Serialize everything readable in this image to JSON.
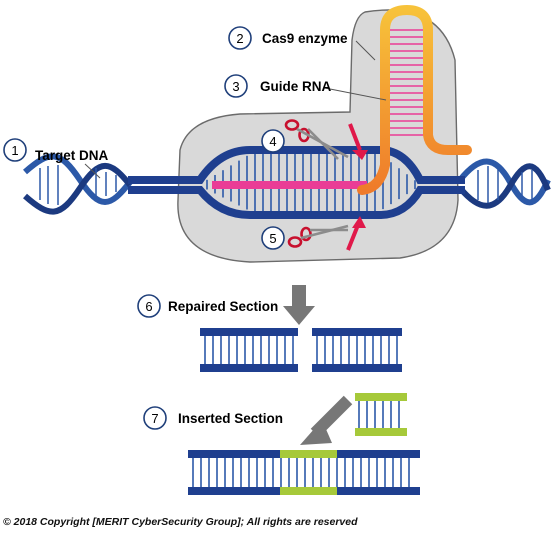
{
  "labels": {
    "target_dna": {
      "num": "1",
      "text": "Target DNA"
    },
    "cas9": {
      "num": "2",
      "text": "Cas9 enzyme"
    },
    "guide_rna": {
      "num": "3",
      "text": "Guide RNA"
    },
    "cut_top": {
      "num": "4"
    },
    "cut_bottom": {
      "num": "5"
    },
    "repaired": {
      "num": "6",
      "text": "Repaired Section"
    },
    "inserted": {
      "num": "7",
      "text": "Inserted Section"
    }
  },
  "copyright": "© 2018 Copyright [MERIT CyberSecurity Group]; All rights are reserved",
  "colors": {
    "dna_blue": "#1f3f8f",
    "dna_light": "#3d6fc4",
    "guide_rna_pink": "#ea3c96",
    "cas9_gray": "#d6d6d6",
    "rna_orange": "#f29b2e",
    "insert_green": "#a6c93a",
    "arrow_red": "#e0194a",
    "arrow_gray": "#777777"
  },
  "icons": [
    "scissors-icon",
    "down-arrow-icon",
    "diagonal-arrow-icon"
  ]
}
